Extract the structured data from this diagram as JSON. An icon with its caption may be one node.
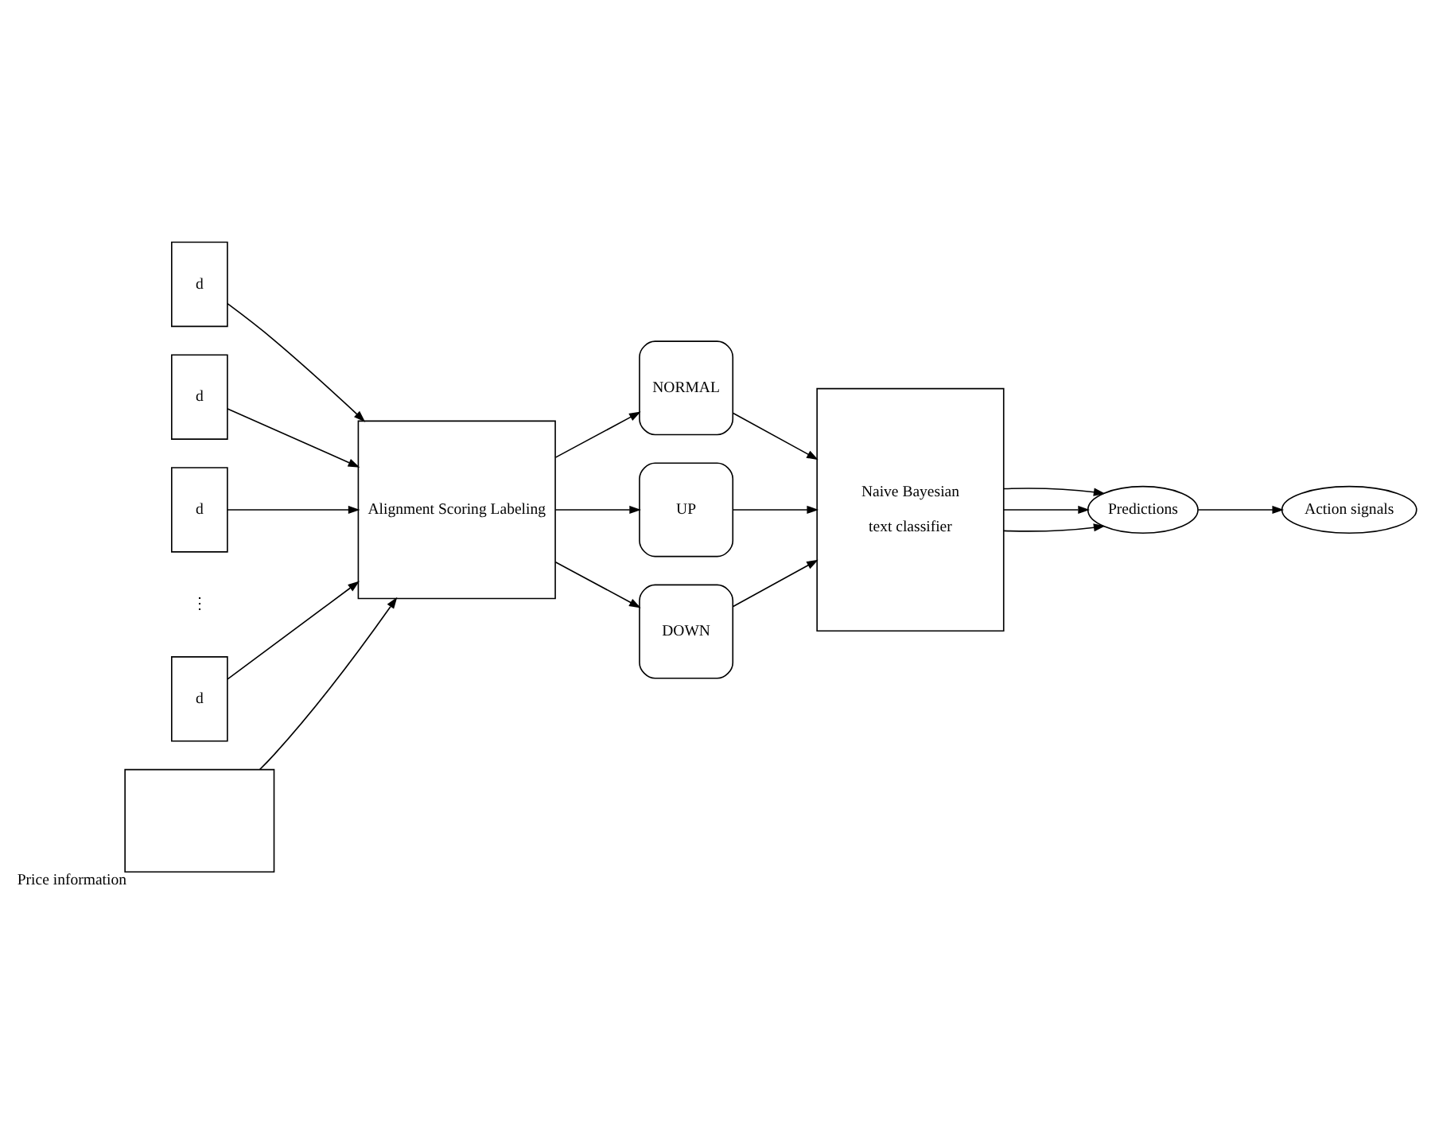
{
  "diagram": {
    "nodes": [
      {
        "text": [
          "d"
        ]
      },
      {
        "text": [
          "d"
        ]
      },
      {
        "text": [
          "d"
        ]
      },
      {
        "text": [
          "d"
        ]
      },
      {
        "text": [],
        "shape": "box",
        "beside": [
          "Price information"
        ]
      },
      {
        "text": [
          "Alignment Scoring Labeling"
        ]
      },
      {
        "text": [
          "NORMAL"
        ]
      },
      {
        "text": [
          "UP"
        ]
      },
      {
        "text": [
          "DOWN"
        ]
      },
      {
        "text": [
          "Naive Bayesian",
          "text classifier"
        ]
      },
      {
        "text": [
          "Predictions"
        ]
      },
      {
        "text": [
          "Action signals"
        ]
      }
    ],
    "edges": [
      {
        "from": 0,
        "to": 5,
        "arrow": "to"
      },
      {
        "from": 1,
        "to": 5,
        "arrow": "to"
      },
      {
        "from": 2,
        "to": 5,
        "arrow": "to"
      },
      {
        "from": 3,
        "to": 5,
        "arrow": "to"
      },
      {
        "from": 4,
        "to": 5,
        "arrow": "to"
      },
      {
        "from": 5,
        "to": 7,
        "arrow": "to"
      },
      {
        "from": 5,
        "to": 6,
        "arrow": "to"
      },
      {
        "from": 5,
        "to": 8,
        "arrow": "to"
      },
      {
        "from": 6,
        "to": 9,
        "arrow": "to"
      },
      {
        "from": 7,
        "to": 9,
        "arrow": "to"
      },
      {
        "from": 8,
        "to": 9,
        "arrow": "to"
      },
      {
        "from": 9,
        "to": 10,
        "arrow": "to"
      },
      {
        "from": 9,
        "to": 10,
        "arrow": "to"
      },
      {
        "from": 9,
        "to": 10,
        "arrow": "to"
      },
      {
        "from": 10,
        "to": 11,
        "arrow": "to"
      }
    ],
    "labels": [
      "⋮"
    ]
  }
}
